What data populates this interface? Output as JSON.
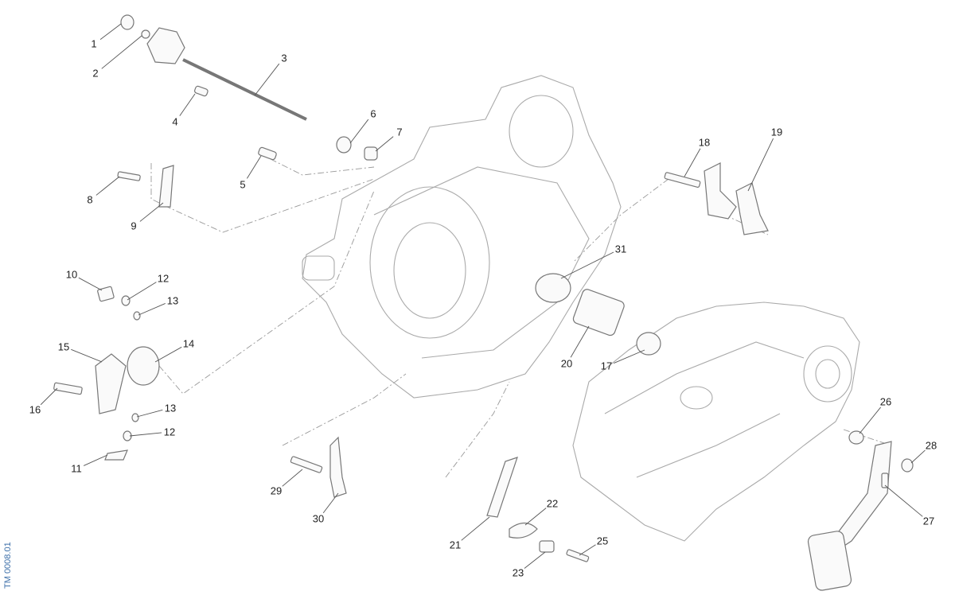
{
  "diagram": {
    "document_id": "TM 0008.01",
    "callouts": [
      "1",
      "2",
      "3",
      "4",
      "5",
      "6",
      "7",
      "8",
      "9",
      "10",
      "11",
      "12",
      "13",
      "14",
      "15",
      "16",
      "13",
      "12",
      "18",
      "19",
      "20",
      "17",
      "31",
      "21",
      "22",
      "23",
      "25",
      "26",
      "27",
      "28",
      "29",
      "30"
    ]
  }
}
